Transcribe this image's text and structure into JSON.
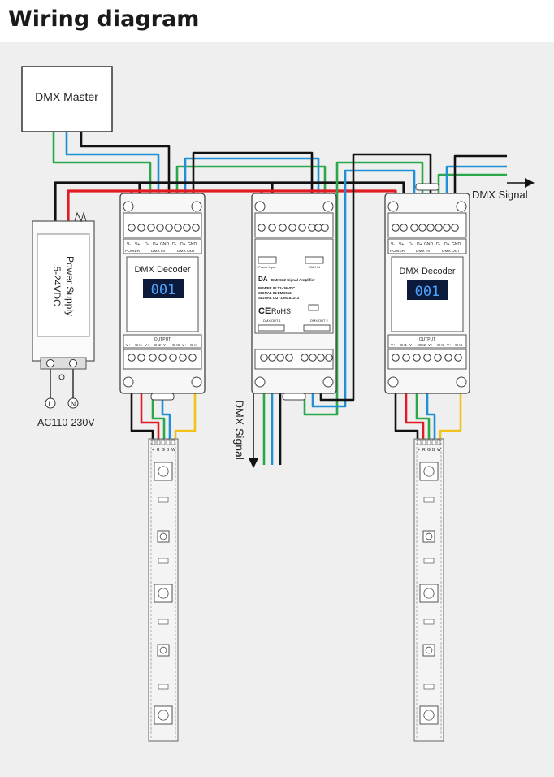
{
  "title": "Wiring diagram",
  "dmx_master": "DMX Master",
  "power_supply": {
    "line1": "Power Supply",
    "line2": "5-24VDC",
    "input_label": "AC110-230V",
    "terminal_l": "L",
    "terminal_n": "N"
  },
  "decoder_left": {
    "name": "DMX Decoder",
    "display": "001",
    "top_pins": [
      "V-",
      "V+",
      "D-",
      "D+",
      "GND",
      "D-",
      "D+",
      "GND"
    ],
    "group_power": "POWER",
    "group_in": "DMX IN",
    "group_out": "DMX OUT",
    "output_label": "OUTPUT",
    "bottom_pins": [
      "V+",
      "CH1",
      "V+",
      "CH2",
      "V+",
      "CH3",
      "V+",
      "CH4"
    ]
  },
  "decoder_right": {
    "name": "DMX Decoder",
    "display": "001",
    "top_pins": [
      "V-",
      "V+",
      "D-",
      "D+",
      "GND",
      "D-",
      "D+",
      "GND"
    ],
    "group_power": "POWER",
    "group_in": "DMX IN",
    "group_out": "DMX OUT",
    "output_label": "OUTPUT",
    "bottom_pins": [
      "V+",
      "CH1",
      "V+",
      "CH2",
      "V+",
      "CH3",
      "V+",
      "CH4"
    ]
  },
  "amplifier": {
    "model": "DA",
    "name": "DMX512 Signal Amplifier",
    "spec_power": "POWER IN:12~36VDC",
    "spec_signal_in": "SIGNAL IN:DMX512",
    "spec_signal_out": "SIGNAL OUT:DMX512×3",
    "power_input_label": "Power Input",
    "dmx_in_label": "DMX IN",
    "dmx_out1_label": "DMX OUT 1",
    "dmx_out2_label": "DMX OUT 2",
    "rohs": "RoHS",
    "ce": "CE"
  },
  "dmx_signal_right": "DMX Signal",
  "dmx_signal_bottom": "DMX Signal",
  "strip_left_pins": [
    "+",
    "R",
    "G",
    "B",
    "W"
  ],
  "strip_right_pins": [
    "+",
    "R",
    "G",
    "B",
    "W"
  ],
  "colors": {
    "red": "#e01b22",
    "black": "#111111",
    "green": "#2aa84a",
    "blue": "#1f8fd6",
    "yellow": "#f2c21b",
    "panel": "#eeeeee",
    "device": "#f7f7f7"
  }
}
